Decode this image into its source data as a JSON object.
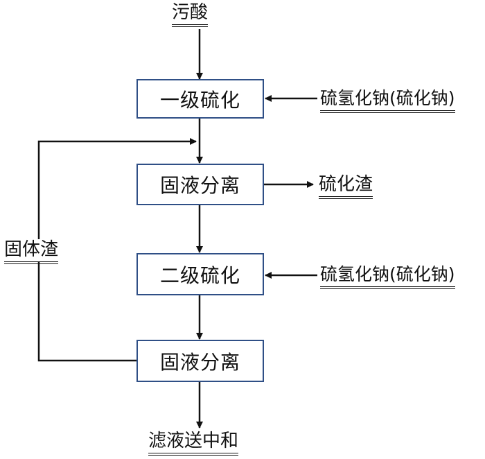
{
  "input": "污酸",
  "steps": {
    "sulfidation_1": "一级硫化",
    "separation_1": "固液分离",
    "sulfidation_2": "二级硫化",
    "separation_2": "固液分离"
  },
  "reagent_1": "硫氢化钠(硫化钠)",
  "reagent_2": "硫氢化钠(硫化钠)",
  "by_product": "硫化渣",
  "recycle": "固体渣",
  "output": "滤液送中和"
}
